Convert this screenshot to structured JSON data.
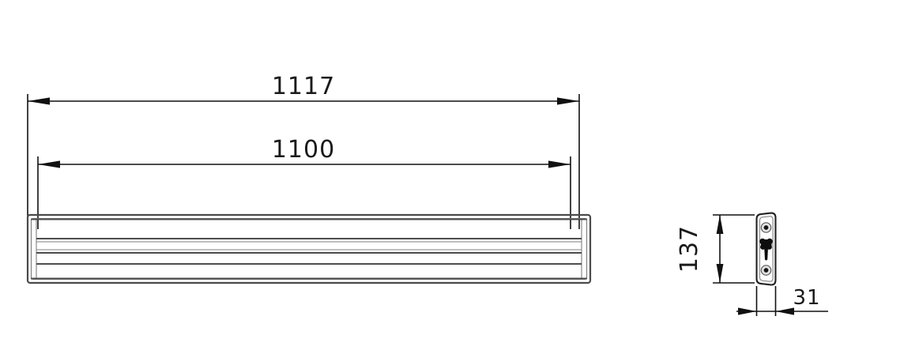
{
  "drawing": {
    "type": "technical-dimension-drawing",
    "subject": "wall-mounted shelf rack with side mounting bracket",
    "units": "mm",
    "background_color": "#ffffff",
    "line_color": "#111111",
    "part_outline_color": "#4a4a4a"
  },
  "dimensions": {
    "overall_length": {
      "value": "1117",
      "label": "1117",
      "orientation": "horizontal",
      "position": "top",
      "arrow_style": "inward-filled"
    },
    "inner_length": {
      "value": "1100",
      "label": "1100",
      "orientation": "horizontal",
      "position": "second-from-top",
      "arrow_style": "inward-filled"
    },
    "height": {
      "value": "137",
      "label": "137",
      "orientation": "vertical",
      "text_rotation": "-90",
      "position": "left-of-side-view",
      "arrow_style": "inward-filled"
    },
    "depth": {
      "value": "31",
      "label": "31",
      "orientation": "horizontal",
      "position": "below-side-view",
      "arrow_style": "outward-filled"
    }
  },
  "front_view": {
    "name": "front-elevation",
    "slat_count": 3,
    "frame": "rectangular outer frame with rounded joints"
  },
  "side_view": {
    "name": "side-elevation-bracket",
    "features": [
      "top-screw-hole",
      "keyhole-slot",
      "bottom-screw-hole"
    ],
    "screw_count": 2,
    "slot_type": "keyhole"
  }
}
